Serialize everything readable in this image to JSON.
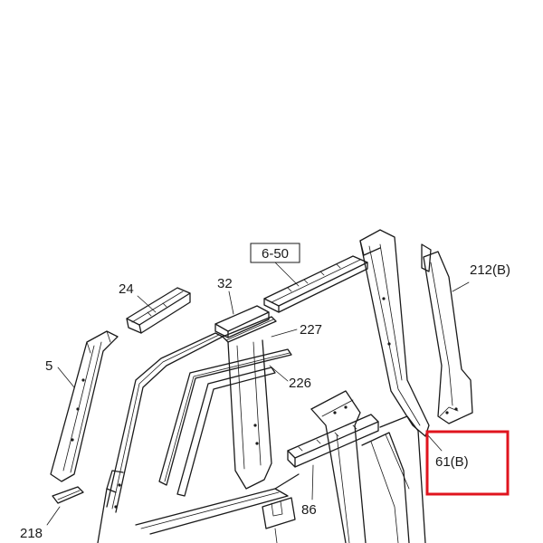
{
  "callouts": {
    "p6_50": "6-50",
    "p24": "24",
    "p32": "32",
    "p227": "227",
    "p5": "5",
    "p226": "226",
    "p212": "212(B)",
    "p61": "61(B)",
    "p86": "86",
    "p218": "218"
  },
  "highlight": {
    "color": "#e0141e",
    "target": "61(B)"
  }
}
